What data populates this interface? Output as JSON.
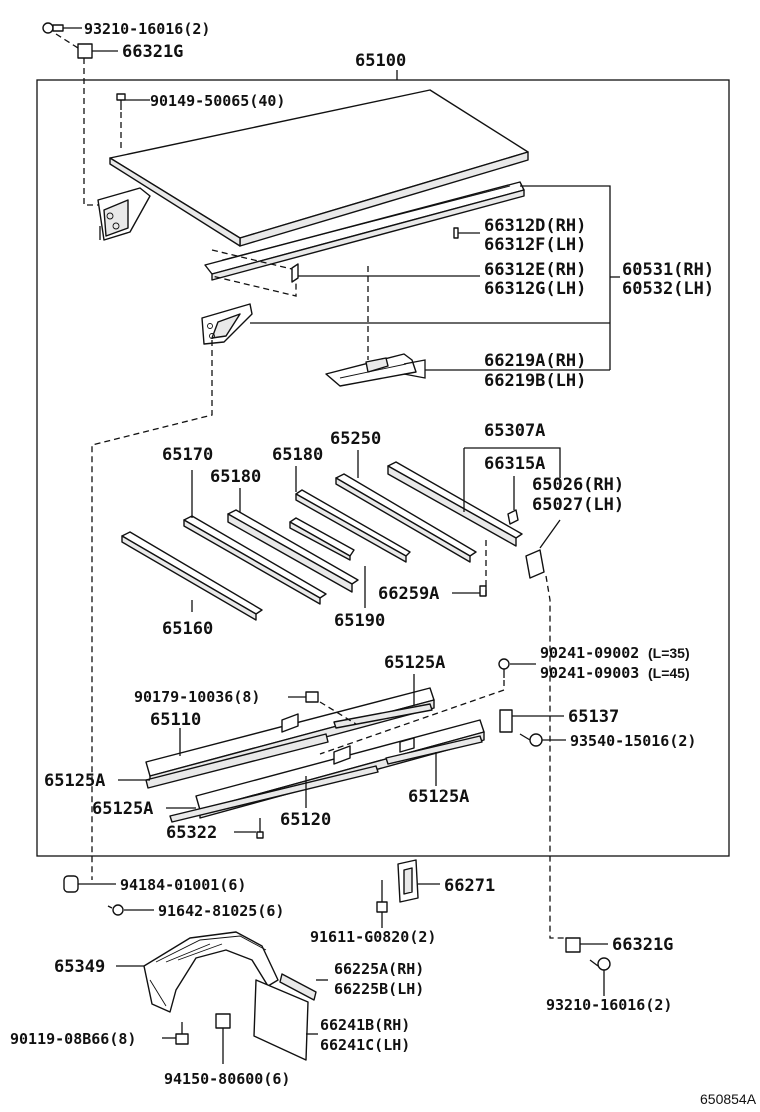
{
  "labels": {
    "p_93210_top": "93210-16016(2)",
    "p_66321g_top": "66321G",
    "p_65100": "65100",
    "p_90149": "90149-50065(40)",
    "p_66312d": "66312D(RH)",
    "p_66312f": "66312F(LH)",
    "p_66312e": "66312E(RH)",
    "p_66312g": "66312G(LH)",
    "p_60531": "60531(RH)",
    "p_60532": "60532(LH)",
    "p_66219a": "66219A(RH)",
    "p_66219b": "66219B(LH)",
    "p_65307a": "65307A",
    "p_66315a": "66315A",
    "p_65026": "65026(RH)",
    "p_65027": "65027(LH)",
    "p_65250": "65250",
    "p_65170": "65170",
    "p_65180a": "65180",
    "p_65180b": "65180",
    "p_66259a": "66259A",
    "p_65160": "65160",
    "p_65190": "65190",
    "p_90241_09002": "90241-09002",
    "p_90241_09002_len": "(L=35)",
    "p_90241_09003": "90241-09003",
    "p_90241_09003_len": "(L=45)",
    "p_65125a_top": "65125A",
    "p_90179": "90179-10036(8)",
    "p_65110": "65110",
    "p_65137": "65137",
    "p_93540": "93540-15016(2)",
    "p_65125a_left": "65125A",
    "p_65125a_mid": "65125A",
    "p_65125a_right": "65125A",
    "p_65120": "65120",
    "p_65322": "65322",
    "p_94184": "94184-01001(6)",
    "p_91642": "91642-81025(6)",
    "p_66271": "66271",
    "p_91611": "91611-G0820(2)",
    "p_66321g_bot": "66321G",
    "p_93210_bot": "93210-16016(2)",
    "p_65349": "65349",
    "p_66225a": "66225A(RH)",
    "p_66225b": "66225B(LH)",
    "p_90119": "90119-08B66(8)",
    "p_66241b": "66241B(RH)",
    "p_66241c": "66241C(LH)",
    "p_94150": "94150-80600(6)",
    "figure_id": "650854A"
  }
}
